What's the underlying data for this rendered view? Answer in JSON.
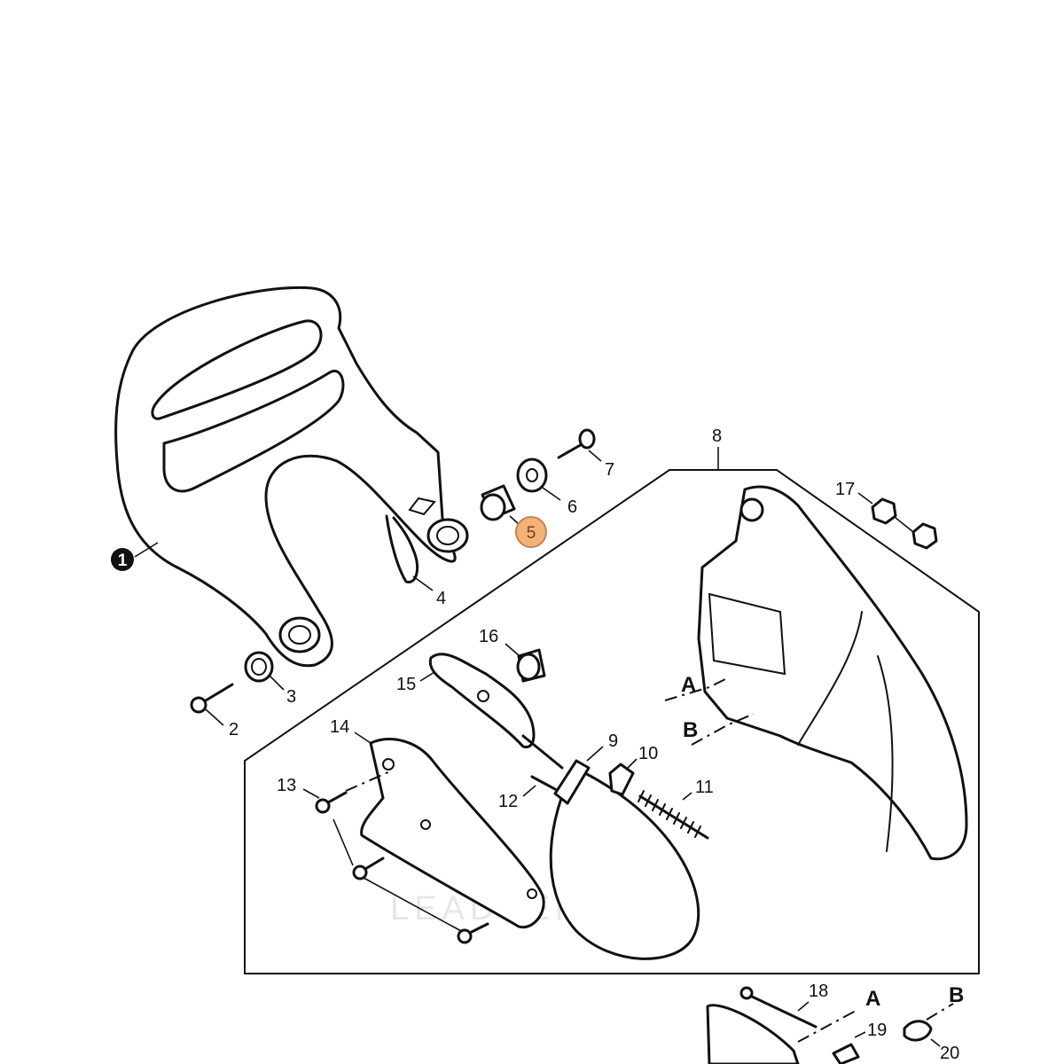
{
  "watermark": "LEADVENTURE",
  "colors": {
    "line": "#111111",
    "highlight_fill": "#f3b27a",
    "highlight_stroke": "#c8834f",
    "badge_fill": "#111111",
    "badge_text": "#ffffff"
  },
  "callouts": {
    "p1": "1",
    "p2": "2",
    "p3": "3",
    "p4": "4",
    "p5": "5",
    "p6": "6",
    "p7": "7",
    "p8": "8",
    "p9": "9",
    "p10": "10",
    "p11": "11",
    "p12": "12",
    "p13": "13",
    "p14": "14",
    "p15": "15",
    "p16": "16",
    "p17": "17",
    "p18": "18",
    "p19": "19",
    "p20": "20"
  },
  "connectors": {
    "a1": "A",
    "b1": "B",
    "a2": "A",
    "b2": "B"
  },
  "highlighted_part": "5"
}
